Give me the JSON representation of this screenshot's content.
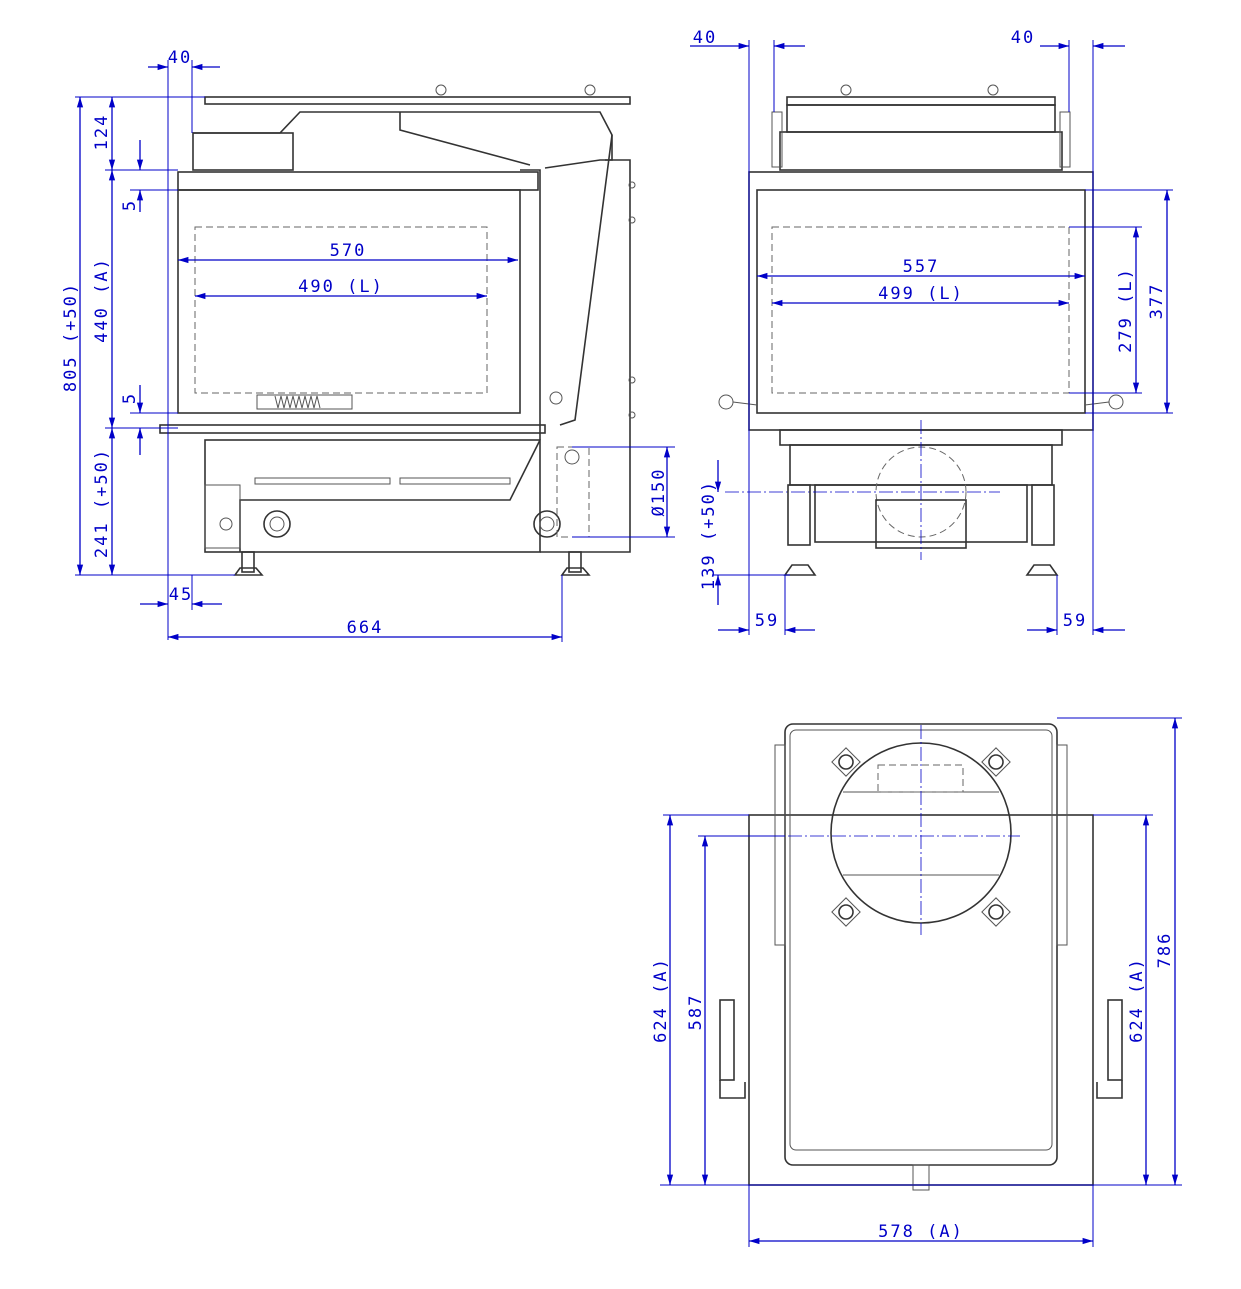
{
  "side_view": {
    "dims": {
      "top_offset": "40",
      "total_height": "805 (+50)",
      "top_section": "124",
      "gap_top": "5",
      "door_height": "440 (A)",
      "gap_bottom": "5",
      "base_height": "241 (+50)",
      "foot_offset": "45",
      "depth": "664",
      "glass_width": "570",
      "visible_width": "490 (L)",
      "flue_diameter": "Ø150"
    }
  },
  "front_view": {
    "dims": {
      "left_offset": "40",
      "right_offset": "40",
      "glass_width": "557",
      "visible_width": "499 (L)",
      "visible_height": "279 (L)",
      "glass_height": "377",
      "flue_height": "139 (+50)",
      "left_foot": "59",
      "right_foot": "59"
    }
  },
  "top_view": {
    "dims": {
      "total_depth": "786",
      "left_depth": "624 (A)",
      "inner_depth": "587",
      "right_depth": "624 (A)",
      "width": "578 (A)"
    }
  },
  "colors": {
    "dimension": "#0000c8",
    "outline": "#333333"
  }
}
